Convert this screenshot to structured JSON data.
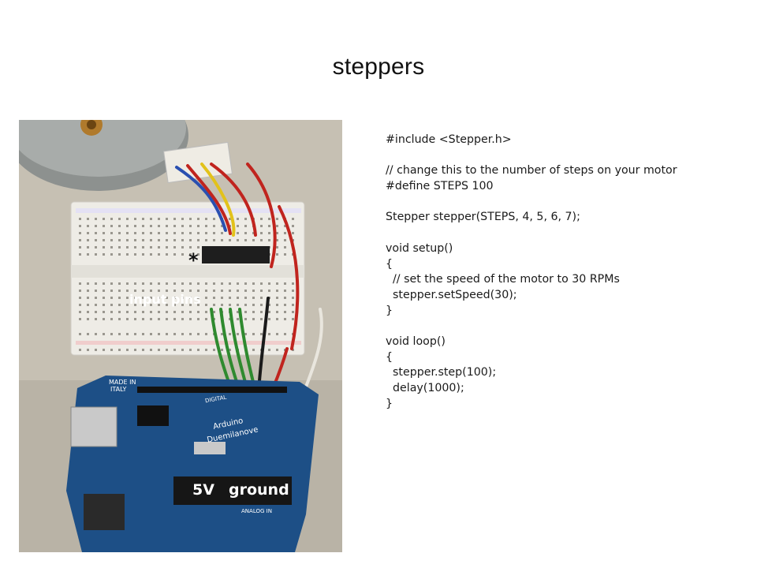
{
  "slide": {
    "title": "steppers"
  },
  "photo": {
    "labels": {
      "input_pins": "input pins",
      "five_volt": "5V",
      "ground": "ground",
      "asterisk": "*"
    },
    "board_print": {
      "made_in": "MADE IN",
      "italy": "ITALY",
      "arduino": "Arduino",
      "duemilanove": "Duemilanove",
      "digital": "DIGITAL",
      "analog_in": "ANALOG IN"
    },
    "colors": {
      "board_blue": "#1d4f86",
      "wire_red": "#c0241e",
      "wire_green": "#2f8a2f",
      "wire_yellow": "#e2c21a",
      "wire_blue": "#2a4fb0"
    }
  },
  "code": {
    "lines": [
      "#include <Stepper.h>",
      "",
      "// change this to the number of steps on your motor",
      "#define STEPS 100",
      "",
      "Stepper stepper(STEPS, 4, 5, 6, 7);",
      "",
      "void setup()",
      "{",
      "  // set the speed of the motor to 30 RPMs",
      "  stepper.setSpeed(30);",
      "}",
      "",
      "void loop()",
      "{",
      "  stepper.step(100);",
      "  delay(1000);",
      "}"
    ]
  }
}
